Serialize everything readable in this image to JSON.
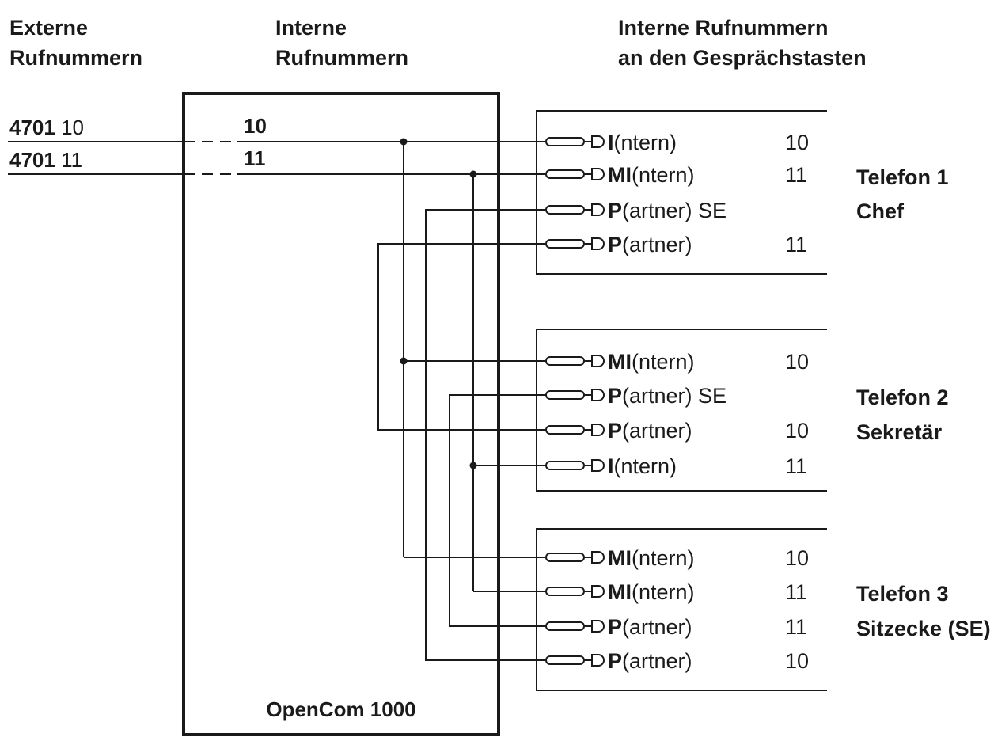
{
  "headers": {
    "external": [
      "Externe",
      "Rufnummern"
    ],
    "internal": [
      "Interne",
      "Rufnummern"
    ],
    "keys": [
      "Interne Rufnummern",
      "an den Gesprächstasten"
    ]
  },
  "external_lines": [
    {
      "prefix": "4701",
      "suffix": " 10",
      "internal": "10"
    },
    {
      "prefix": "4701",
      "suffix": " 11",
      "internal": "11"
    }
  ],
  "device_label": "OpenCom 1000",
  "phones": [
    {
      "label": [
        "Telefon 1",
        "Chef"
      ],
      "keys": [
        {
          "bold": "I",
          "rest": "(ntern)",
          "number": "10"
        },
        {
          "bold": "MI",
          "rest": "(ntern)",
          "number": "11"
        },
        {
          "bold": "P",
          "rest": "(artner) SE",
          "number": ""
        },
        {
          "bold": "P",
          "rest": "(artner)",
          "number": "11"
        }
      ]
    },
    {
      "label": [
        "Telefon 2",
        "Sekretär"
      ],
      "keys": [
        {
          "bold": "MI",
          "rest": "(ntern)",
          "number": "10"
        },
        {
          "bold": "P",
          "rest": "(artner) SE",
          "number": ""
        },
        {
          "bold": "P",
          "rest": "(artner)",
          "number": "10"
        },
        {
          "bold": "I",
          "rest": "(ntern)",
          "number": "11"
        }
      ]
    },
    {
      "label": [
        "Telefon 3",
        "Sitzecke (SE)"
      ],
      "keys": [
        {
          "bold": "MI",
          "rest": "(ntern)",
          "number": "10"
        },
        {
          "bold": "MI",
          "rest": "(ntern)",
          "number": "11"
        },
        {
          "bold": "P",
          "rest": "(artner)",
          "number": "11"
        },
        {
          "bold": "P",
          "rest": "(artner)",
          "number": "10"
        }
      ]
    }
  ]
}
